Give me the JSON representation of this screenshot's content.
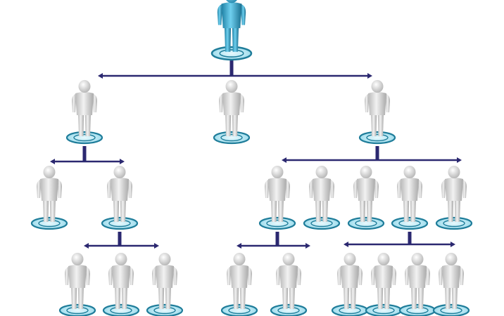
{
  "colors": {
    "background": "#ffffff",
    "connector": "#2b2870",
    "leader_figure": "#2f9fc4",
    "member_figure": "#d2d2d2",
    "platform_ring": "#1f7d9a",
    "platform_glow": "#bfeaf5"
  },
  "icons": {
    "leader": "person-icon",
    "member": "person-icon",
    "platform": "ring-platform-icon",
    "connector_arrow": "arrowhead-icon"
  },
  "hierarchy": {
    "nodes": [
      {
        "id": "root",
        "role": "leader"
      },
      {
        "id": "l1-a",
        "role": "member",
        "parent": "root"
      },
      {
        "id": "l1-b",
        "role": "member",
        "parent": "root"
      },
      {
        "id": "l1-c",
        "role": "member",
        "parent": "root"
      },
      {
        "id": "l2-a1",
        "role": "member",
        "parent": "l1-a"
      },
      {
        "id": "l2-a2",
        "role": "member",
        "parent": "l1-a"
      },
      {
        "id": "l2-c1",
        "role": "member",
        "parent": "l1-c"
      },
      {
        "id": "l2-c2",
        "role": "member",
        "parent": "l1-c"
      },
      {
        "id": "l2-c3",
        "role": "member",
        "parent": "l1-c"
      },
      {
        "id": "l2-c4",
        "role": "member",
        "parent": "l1-c"
      },
      {
        "id": "l2-c5",
        "role": "member",
        "parent": "l1-c"
      },
      {
        "id": "l3-a2-1",
        "role": "member",
        "parent": "l2-a2"
      },
      {
        "id": "l3-a2-2",
        "role": "member",
        "parent": "l2-a2"
      },
      {
        "id": "l3-a2-3",
        "role": "member",
        "parent": "l2-a2"
      },
      {
        "id": "l3-c1-1",
        "role": "member",
        "parent": "l2-c1"
      },
      {
        "id": "l3-c1-2",
        "role": "member",
        "parent": "l2-c1"
      },
      {
        "id": "l3-c4-1",
        "role": "member",
        "parent": "l2-c4"
      },
      {
        "id": "l3-c4-2",
        "role": "member",
        "parent": "l2-c4"
      },
      {
        "id": "l3-c4-3",
        "role": "member",
        "parent": "l2-c4"
      },
      {
        "id": "l3-c4-4",
        "role": "member",
        "parent": "l2-c4"
      }
    ]
  }
}
